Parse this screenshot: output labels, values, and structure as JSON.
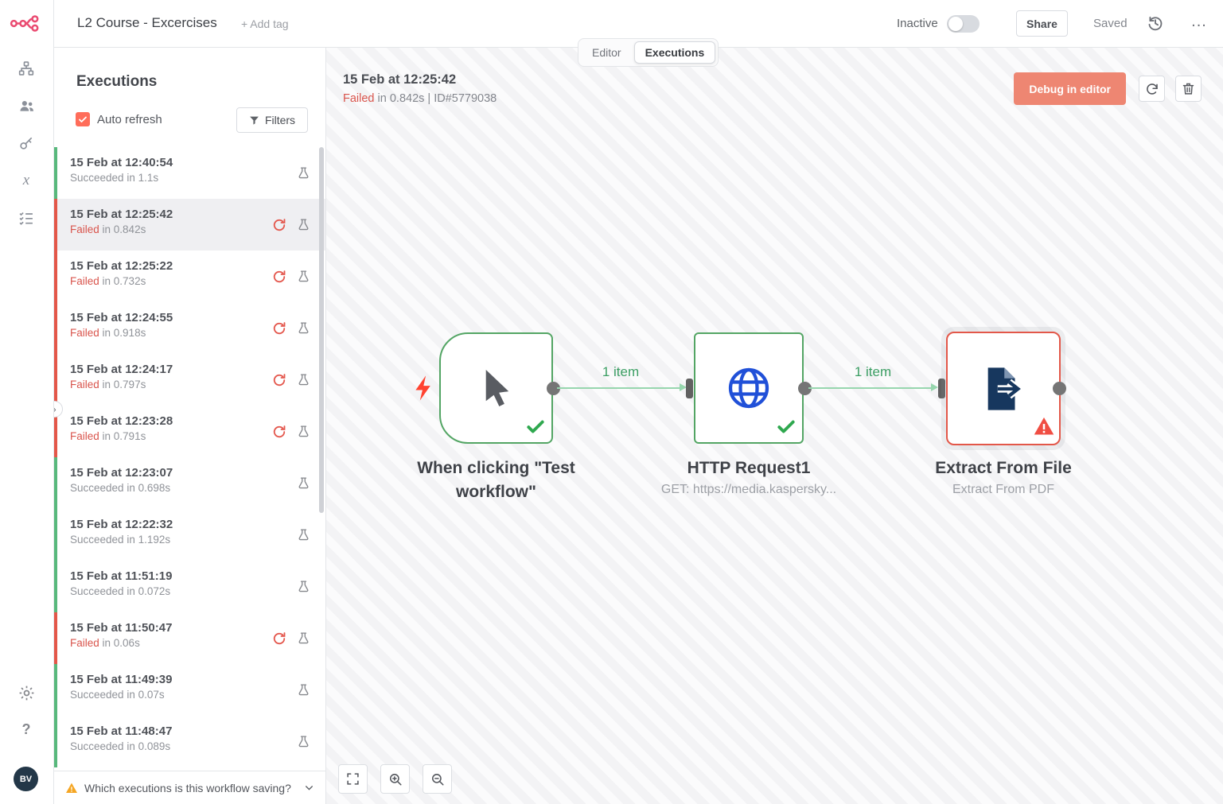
{
  "colors": {
    "brand": "#ea4b71",
    "primary": "#ff6d5a",
    "debug-btn": "#ee8672",
    "success": "#53a564",
    "success-edge": "#97d6ae",
    "success-text": "#3b9e63",
    "check": "#2fa84f",
    "error": "#e35749",
    "error-text": "#d9544c",
    "warning": "#f5a623",
    "http-icon": "#2050d8",
    "file-icon": "#17375e"
  },
  "rail": {
    "avatar_initials": "BV"
  },
  "topbar": {
    "title": "L2 Course - Excercises",
    "add_tag_label": "+ Add tag",
    "inactive_label": "Inactive",
    "share_label": "Share",
    "saved_label": "Saved",
    "more_label": "..."
  },
  "tabs": {
    "editor": "Editor",
    "executions": "Executions"
  },
  "panel": {
    "title": "Executions",
    "auto_refresh_label": "Auto refresh",
    "filters_label": "Filters",
    "footer_question": "Which executions is this workflow saving?",
    "rows": [
      {
        "date": "15 Feb at 12:40:54",
        "status": "Succeeded",
        "duration": "in 1.1s",
        "state": "success",
        "retry": false,
        "selected": false
      },
      {
        "date": "15 Feb at 12:25:42",
        "status": "Failed",
        "duration": "in 0.842s",
        "state": "error",
        "retry": true,
        "selected": true
      },
      {
        "date": "15 Feb at 12:25:22",
        "status": "Failed",
        "duration": "in 0.732s",
        "state": "error",
        "retry": true,
        "selected": false
      },
      {
        "date": "15 Feb at 12:24:55",
        "status": "Failed",
        "duration": "in 0.918s",
        "state": "error",
        "retry": true,
        "selected": false
      },
      {
        "date": "15 Feb at 12:24:17",
        "status": "Failed",
        "duration": "in 0.797s",
        "state": "error",
        "retry": true,
        "selected": false
      },
      {
        "date": "15 Feb at 12:23:28",
        "status": "Failed",
        "duration": "in 0.791s",
        "state": "error",
        "retry": true,
        "selected": false
      },
      {
        "date": "15 Feb at 12:23:07",
        "status": "Succeeded",
        "duration": "in 0.698s",
        "state": "success",
        "retry": false,
        "selected": false
      },
      {
        "date": "15 Feb at 12:22:32",
        "status": "Succeeded",
        "duration": "in 1.192s",
        "state": "success",
        "retry": false,
        "selected": false
      },
      {
        "date": "15 Feb at 11:51:19",
        "status": "Succeeded",
        "duration": "in 0.072s",
        "state": "success",
        "retry": false,
        "selected": false
      },
      {
        "date": "15 Feb at 11:50:47",
        "status": "Failed",
        "duration": "in 0.06s",
        "state": "error",
        "retry": true,
        "selected": false
      },
      {
        "date": "15 Feb at 11:49:39",
        "status": "Succeeded",
        "duration": "in 0.07s",
        "state": "success",
        "retry": false,
        "selected": false
      },
      {
        "date": "15 Feb at 11:48:47",
        "status": "Succeeded",
        "duration": "in 0.089s",
        "state": "success",
        "retry": false,
        "selected": false
      }
    ]
  },
  "detail": {
    "date": "15 Feb at 12:25:42",
    "status": "Failed",
    "duration": "in 0.842s",
    "separator": "|",
    "exec_id": "ID#5779038",
    "debug_label": "Debug in editor"
  },
  "canvas": {
    "edges": [
      {
        "label": "1 item"
      },
      {
        "label": "1 item"
      }
    ],
    "nodes": [
      {
        "label": "When clicking \"Test workflow\"",
        "subtitle": ""
      },
      {
        "label": "HTTP Request1",
        "subtitle": "GET: https://media.kaspersky..."
      },
      {
        "label": "Extract From File",
        "subtitle": "Extract From PDF"
      }
    ]
  }
}
